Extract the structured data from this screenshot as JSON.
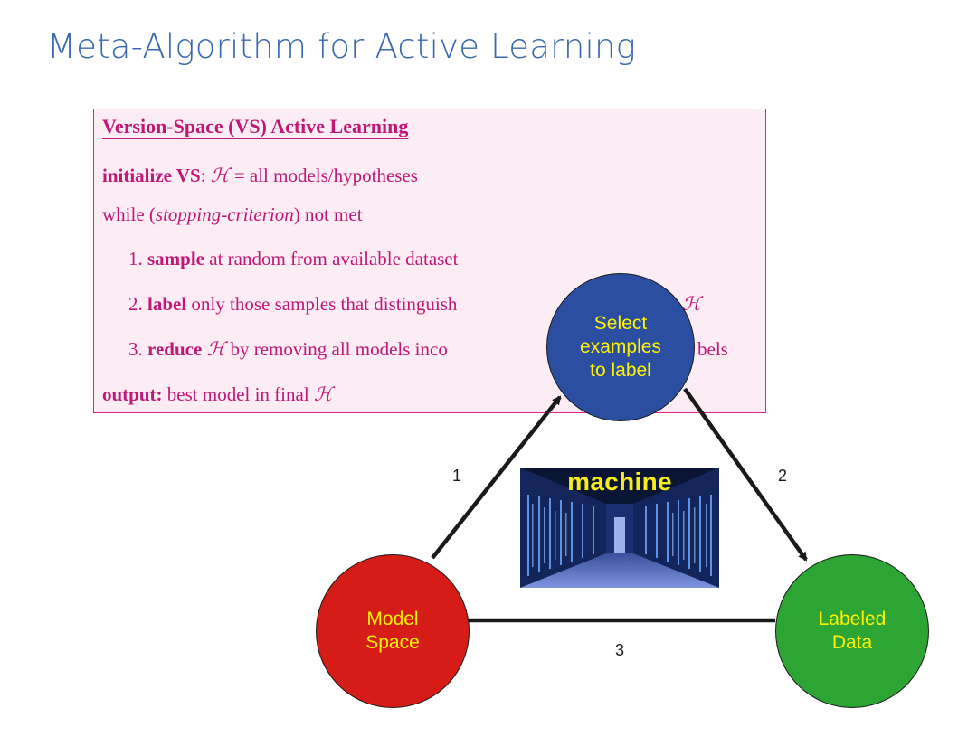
{
  "title": "Meta-Algorithm for Active Learning",
  "algorithm": {
    "heading": "Version-Space (VS) Active Learning",
    "init": {
      "keyword": "initialize VS",
      "after_colon": ": ",
      "symbol": "ℋ",
      "rest": " = all models/hypotheses"
    },
    "loop": {
      "prefix": "while (",
      "condition": "stopping-criterion",
      "suffix": ") not met"
    },
    "steps": [
      {
        "num": "1.",
        "keyword": "sample",
        "text": " at random from available dataset"
      },
      {
        "num": "2.",
        "keyword": "label",
        "text": " only those samples that distinguish",
        "tail_symbol": "ℋ"
      },
      {
        "num": "3.",
        "keyword": "reduce",
        "symbol": "ℋ",
        "text": " by removing all models inco",
        "tail": "bels"
      }
    ],
    "output": {
      "keyword": "output:",
      "text": " best model in final ",
      "symbol": "ℋ"
    }
  },
  "diagram": {
    "nodes": {
      "select": [
        "Select",
        "examples",
        "to label"
      ],
      "model": [
        "Model",
        "Space"
      ],
      "labeled": [
        "Labeled",
        "Data"
      ]
    },
    "edges": [
      "1",
      "2",
      "3"
    ],
    "image_caption": "machine"
  },
  "colors": {
    "title": "#3a68b0",
    "box_border": "#e3208e",
    "box_fill": "#fcecf4",
    "box_text": "#c01877",
    "select_node": "#2b4ea0",
    "model_node": "#d61c16",
    "labeled_node": "#2ca534",
    "node_text": "#fff200"
  }
}
